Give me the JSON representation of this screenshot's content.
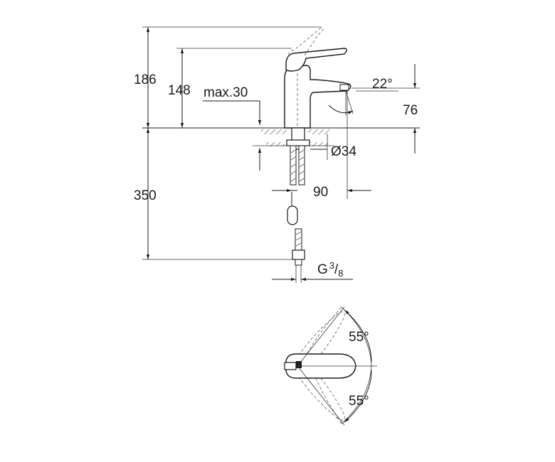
{
  "dimensions": {
    "total_height": "186",
    "lever_height": "148",
    "max_deck_thickness": "max.30",
    "spout_angle": "22°",
    "spout_height": "76",
    "hole_diameter": "Ø34",
    "spout_projection": "90",
    "hose_length": "350",
    "thread_prefix": "G",
    "thread_numerator": "3",
    "thread_denominator": "8",
    "lever_rotation_left": "55°",
    "lever_rotation_right": "55°"
  }
}
